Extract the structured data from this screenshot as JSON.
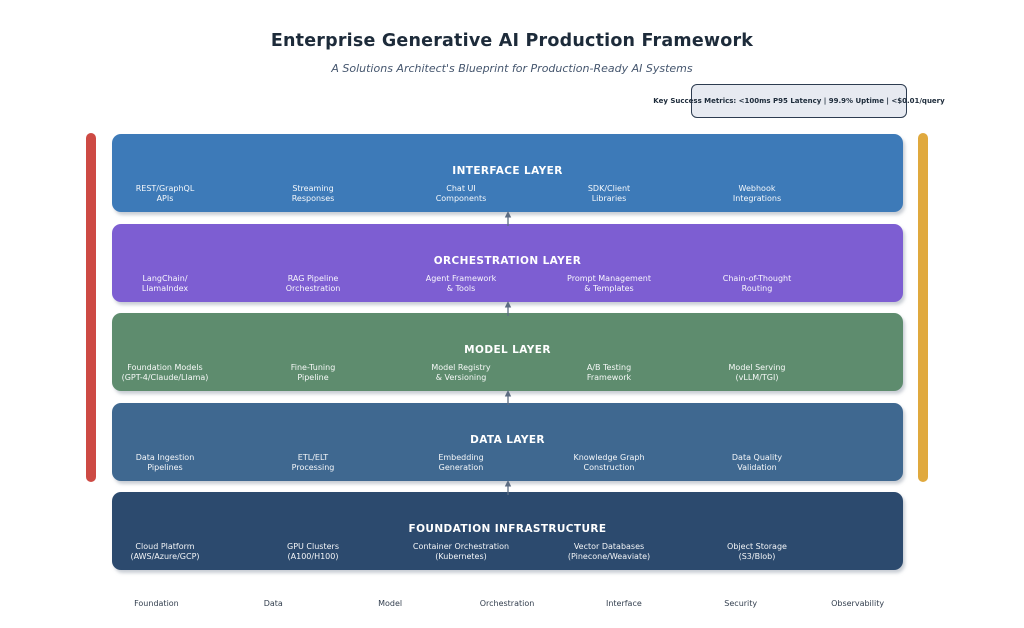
{
  "header": {
    "title": "Enterprise Generative AI Production Framework",
    "subtitle": "A Solutions Architect's Blueprint for Production-Ready AI Systems"
  },
  "metrics_box": {
    "text": "Key Success Metrics: <100ms P95 Latency | 99.9% Uptime | <$0.01/query"
  },
  "layers": [
    {
      "title": "INTERFACE LAYER",
      "color": "#3d7ab8",
      "items": [
        {
          "line1": "REST/GraphQL",
          "line2": "APIs"
        },
        {
          "line1": "Streaming",
          "line2": "Responses"
        },
        {
          "line1": "Chat UI",
          "line2": "Components"
        },
        {
          "line1": "SDK/Client",
          "line2": "Libraries"
        },
        {
          "line1": "Webhook",
          "line2": "Integrations"
        }
      ]
    },
    {
      "title": "ORCHESTRATION LAYER",
      "color": "#7d5ed2",
      "items": [
        {
          "line1": "LangChain/",
          "line2": "LlamaIndex"
        },
        {
          "line1": "RAG Pipeline",
          "line2": "Orchestration"
        },
        {
          "line1": "Agent Framework",
          "line2": "& Tools"
        },
        {
          "line1": "Prompt Management",
          "line2": "& Templates"
        },
        {
          "line1": "Chain-of-Thought",
          "line2": "Routing"
        }
      ]
    },
    {
      "title": "MODEL LAYER",
      "color": "#5e8c6e",
      "items": [
        {
          "line1": "Foundation Models",
          "line2": "(GPT-4/Claude/Llama)"
        },
        {
          "line1": "Fine-Tuning",
          "line2": "Pipeline"
        },
        {
          "line1": "Model Registry",
          "line2": "& Versioning"
        },
        {
          "line1": "A/B Testing",
          "line2": "Framework"
        },
        {
          "line1": "Model Serving",
          "line2": "(vLLM/TGI)"
        }
      ]
    },
    {
      "title": "DATA LAYER",
      "color": "#3f6890",
      "items": [
        {
          "line1": "Data Ingestion",
          "line2": "Pipelines"
        },
        {
          "line1": "ETL/ELT",
          "line2": "Processing"
        },
        {
          "line1": "Embedding",
          "line2": "Generation"
        },
        {
          "line1": "Knowledge Graph",
          "line2": "Construction"
        },
        {
          "line1": "Data Quality",
          "line2": "Validation"
        }
      ]
    },
    {
      "title": "FOUNDATION INFRASTRUCTURE",
      "color": "#2c4a6e",
      "items": [
        {
          "line1": "Cloud Platform",
          "line2": "(AWS/Azure/GCP)"
        },
        {
          "line1": "GPU Clusters",
          "line2": "(A100/H100)"
        },
        {
          "line1": "Container Orchestration",
          "line2": "(Kubernetes)"
        },
        {
          "line1": "Vector Databases",
          "line2": "(Pinecone/Weaviate)"
        },
        {
          "line1": "Object Storage",
          "line2": "(S3/Blob)"
        }
      ]
    }
  ],
  "side_bars": {
    "left_color": "#cd4a44",
    "right_color": "#e0a93e"
  },
  "arrow_color": "#5c6c82",
  "footer_labels": [
    "Foundation",
    "Data",
    "Model",
    "Orchestration",
    "Interface",
    "Security",
    "Observability"
  ]
}
